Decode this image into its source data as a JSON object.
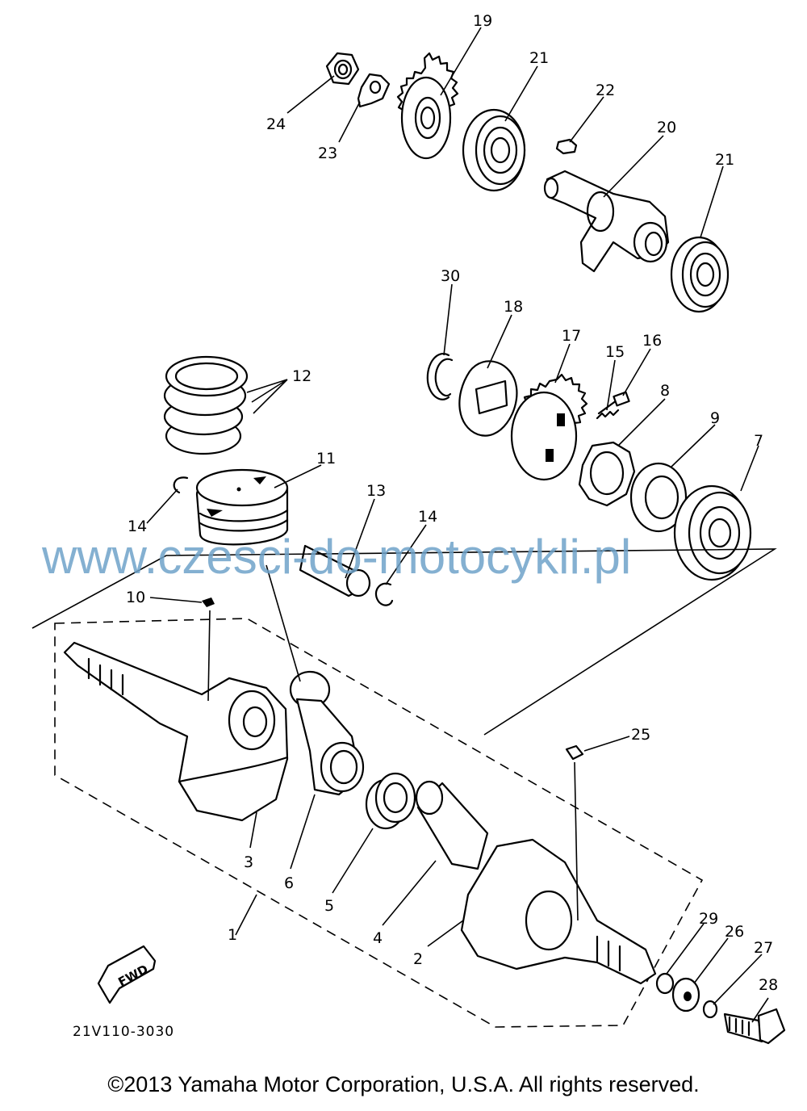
{
  "diagram": {
    "part_numbers": {
      "p1": "1",
      "p2": "2",
      "p3": "3",
      "p4": "4",
      "p5": "5",
      "p6": "6",
      "p7": "7",
      "p8": "8",
      "p9": "9",
      "p10": "10",
      "p11": "11",
      "p12": "12",
      "p13": "13",
      "p14a": "14",
      "p14b": "14",
      "p15": "15",
      "p16": "16",
      "p17": "17",
      "p18": "18",
      "p19": "19",
      "p20": "20",
      "p21a": "21",
      "p21b": "21",
      "p22": "22",
      "p23": "23",
      "p24": "24",
      "p25": "25",
      "p26": "26",
      "p27": "27",
      "p28": "28",
      "p29": "29",
      "p30": "30"
    },
    "drawing_code": "21V110-3030",
    "fwd_label": "FWD",
    "watermark": "www.czesci-do-motocykli.pl",
    "copyright": "©2013 Yamaha Motor Corporation, U.S.A. All rights reserved."
  }
}
